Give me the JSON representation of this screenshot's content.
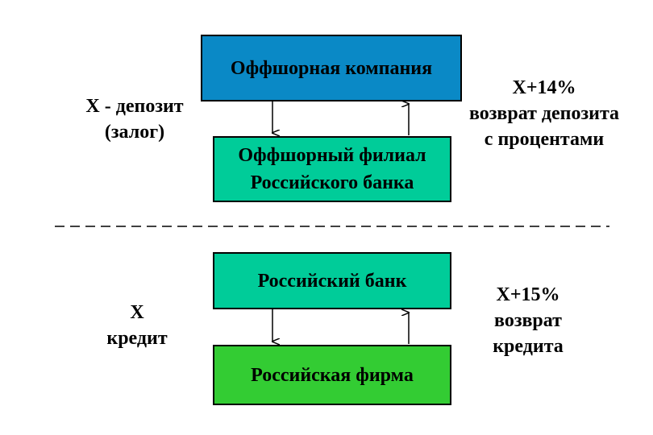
{
  "colors": {
    "offshore_company": "#0A89C6",
    "teal": "#00CC99",
    "firm": "#33CC33",
    "stroke": "#000000"
  },
  "top": {
    "offshore_company": "Оффшорная компания",
    "offshore_branch": [
      "Оффшорный филиал",
      "Российского банка"
    ],
    "left_label": [
      "X - депозит",
      "(залог)"
    ],
    "right_label": [
      "X+14%",
      "возврат депозита",
      "с процентами"
    ]
  },
  "bottom": {
    "russian_bank": "Российский банк",
    "russian_firm": "Российская фирма",
    "left_label": [
      "X",
      "кредит"
    ],
    "right_label": [
      "X+15%",
      "возврат",
      "кредита"
    ]
  }
}
